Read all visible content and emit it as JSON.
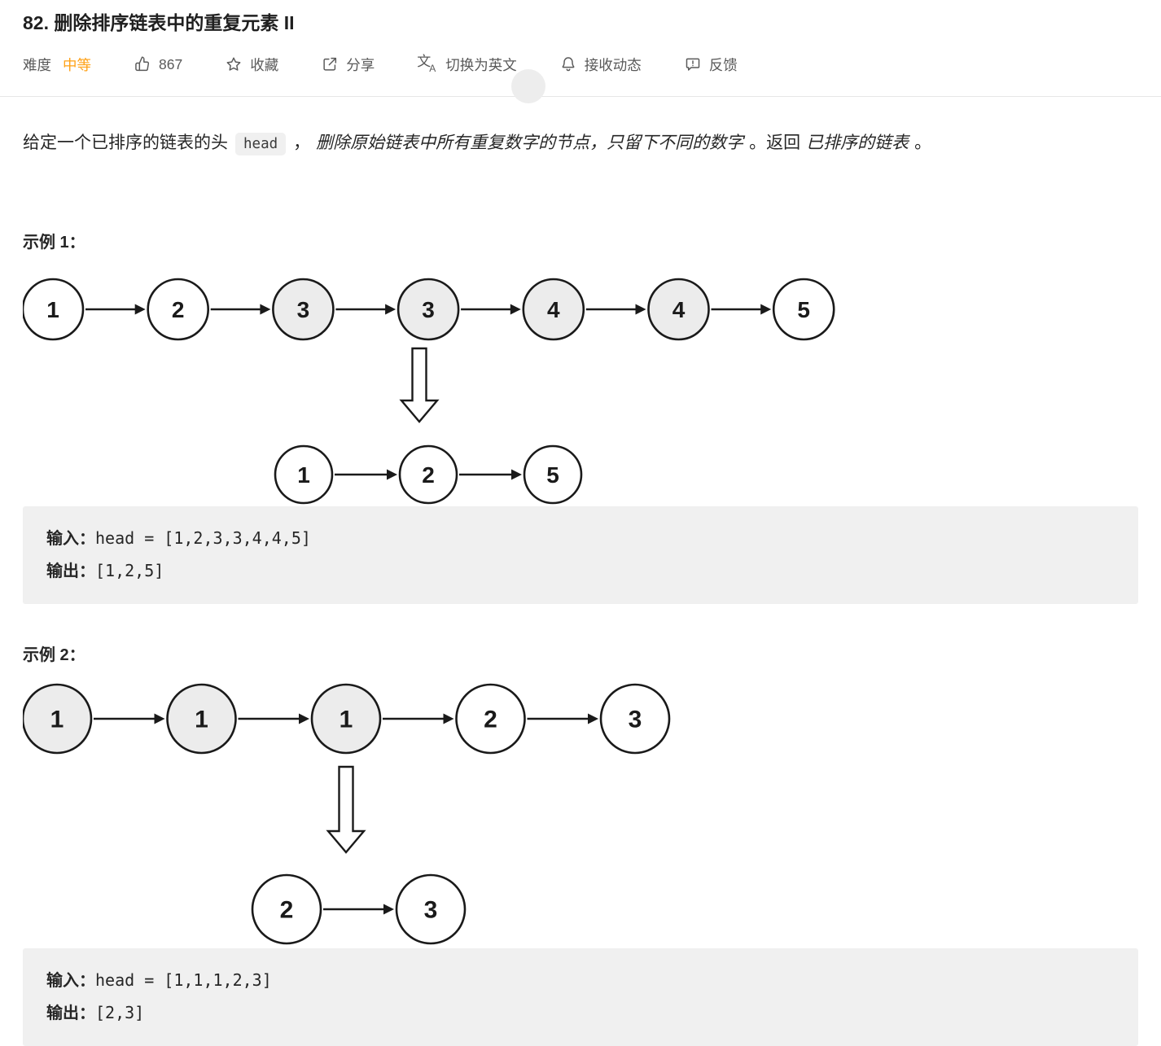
{
  "header": {
    "title": "82. 删除排序链表中的重复元素 II",
    "difficulty_label": "难度",
    "difficulty_value": "中等",
    "likes": "867",
    "favorite_label": "收藏",
    "share_label": "分享",
    "switch_language_label": "切换为英文",
    "subscribe_label": "接收动态",
    "feedback_label": "反馈",
    "accent_color": "#ffa116"
  },
  "description": {
    "part1": "给定一个已排序的链表的头",
    "inline_code": "head",
    "part2": "，",
    "emphasis1": "删除原始链表中所有重复数字的节点，只留下不同的数字",
    "part3": "。返回",
    "emphasis2": "已排序的链表",
    "part4": "。"
  },
  "examples": [
    {
      "label": "示例 1：",
      "input_label": "输入：",
      "input_value": "head = [1,2,3,3,4,4,5]",
      "output_label": "输出：",
      "output_value": "[1,2,5]",
      "diagram": {
        "before": [
          {
            "value": "1",
            "shaded": false
          },
          {
            "value": "2",
            "shaded": false
          },
          {
            "value": "3",
            "shaded": true
          },
          {
            "value": "3",
            "shaded": true
          },
          {
            "value": "4",
            "shaded": true
          },
          {
            "value": "4",
            "shaded": true
          },
          {
            "value": "5",
            "shaded": false
          }
        ],
        "after": [
          {
            "value": "1",
            "shaded": false
          },
          {
            "value": "2",
            "shaded": false
          },
          {
            "value": "5",
            "shaded": false
          }
        ]
      }
    },
    {
      "label": "示例 2：",
      "input_label": "输入：",
      "input_value": "head = [1,1,1,2,3]",
      "output_label": "输出：",
      "output_value": "[2,3]",
      "diagram": {
        "before": [
          {
            "value": "1",
            "shaded": true
          },
          {
            "value": "1",
            "shaded": true
          },
          {
            "value": "1",
            "shaded": true
          },
          {
            "value": "2",
            "shaded": false
          },
          {
            "value": "3",
            "shaded": false
          }
        ],
        "after": [
          {
            "value": "2",
            "shaded": false
          },
          {
            "value": "3",
            "shaded": false
          }
        ]
      }
    }
  ],
  "colors": {
    "node_fill": "#ffffff",
    "node_shaded_fill": "#ececec",
    "node_stroke": "#1a1a1a"
  }
}
